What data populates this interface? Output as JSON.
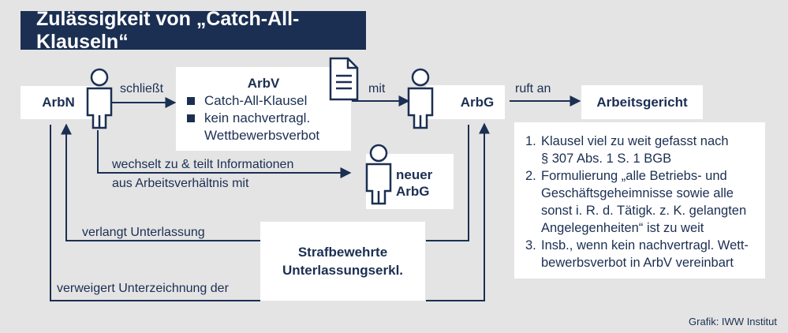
{
  "title": "Zulässigkeit von „Catch-All-Klauseln“",
  "nodes": {
    "arbn": "ArbN",
    "arbv_title": "ArbV",
    "arbv_items": [
      "Catch-All-Klausel",
      "kein nachvertragl.",
      "Wettbewerbsverbot"
    ],
    "arbg": "ArbG",
    "arbeitsgericht": "Arbeitsgericht",
    "neuer_arbg_line1": "neuer",
    "neuer_arbg_line2": "ArbG",
    "straf_line1": "Strafbewehrte",
    "straf_line2": "Unterlassungserkl."
  },
  "edges": {
    "schliesst": "schließt",
    "mit": "mit",
    "ruft_an": "ruft an",
    "wechselt_line1": "wechselt zu & teilt Informationen",
    "wechselt_line2": "aus Arbeitsverhältnis mit",
    "verlangt": "verlangt Unterlassung",
    "verweigert": "verweigert Unterzeichnung der"
  },
  "reasons": [
    {
      "num": "1.",
      "lines": [
        "Klausel viel zu weit gefasst nach",
        "§ 307 Abs. 1 S. 1 BGB"
      ]
    },
    {
      "num": "2.",
      "lines": [
        "Formulierung „alle Betriebs- und",
        "Geschäftsgeheimnisse sowie alle",
        "sonst i. R. d. Tätigk. z. K. gelangten",
        "Angelegenheiten“ ist zu weit"
      ]
    },
    {
      "num": "3.",
      "lines": [
        "Insb., wenn kein nachvertragl. Wett-",
        "bewerbsverbot in ArbV vereinbart"
      ]
    }
  ],
  "credit": "Grafik: IWW Institut",
  "colors": {
    "navy": "#1b2f52",
    "background": "#e4e4e4",
    "box": "#ffffff"
  },
  "icons": [
    "person-icon",
    "document-icon"
  ]
}
